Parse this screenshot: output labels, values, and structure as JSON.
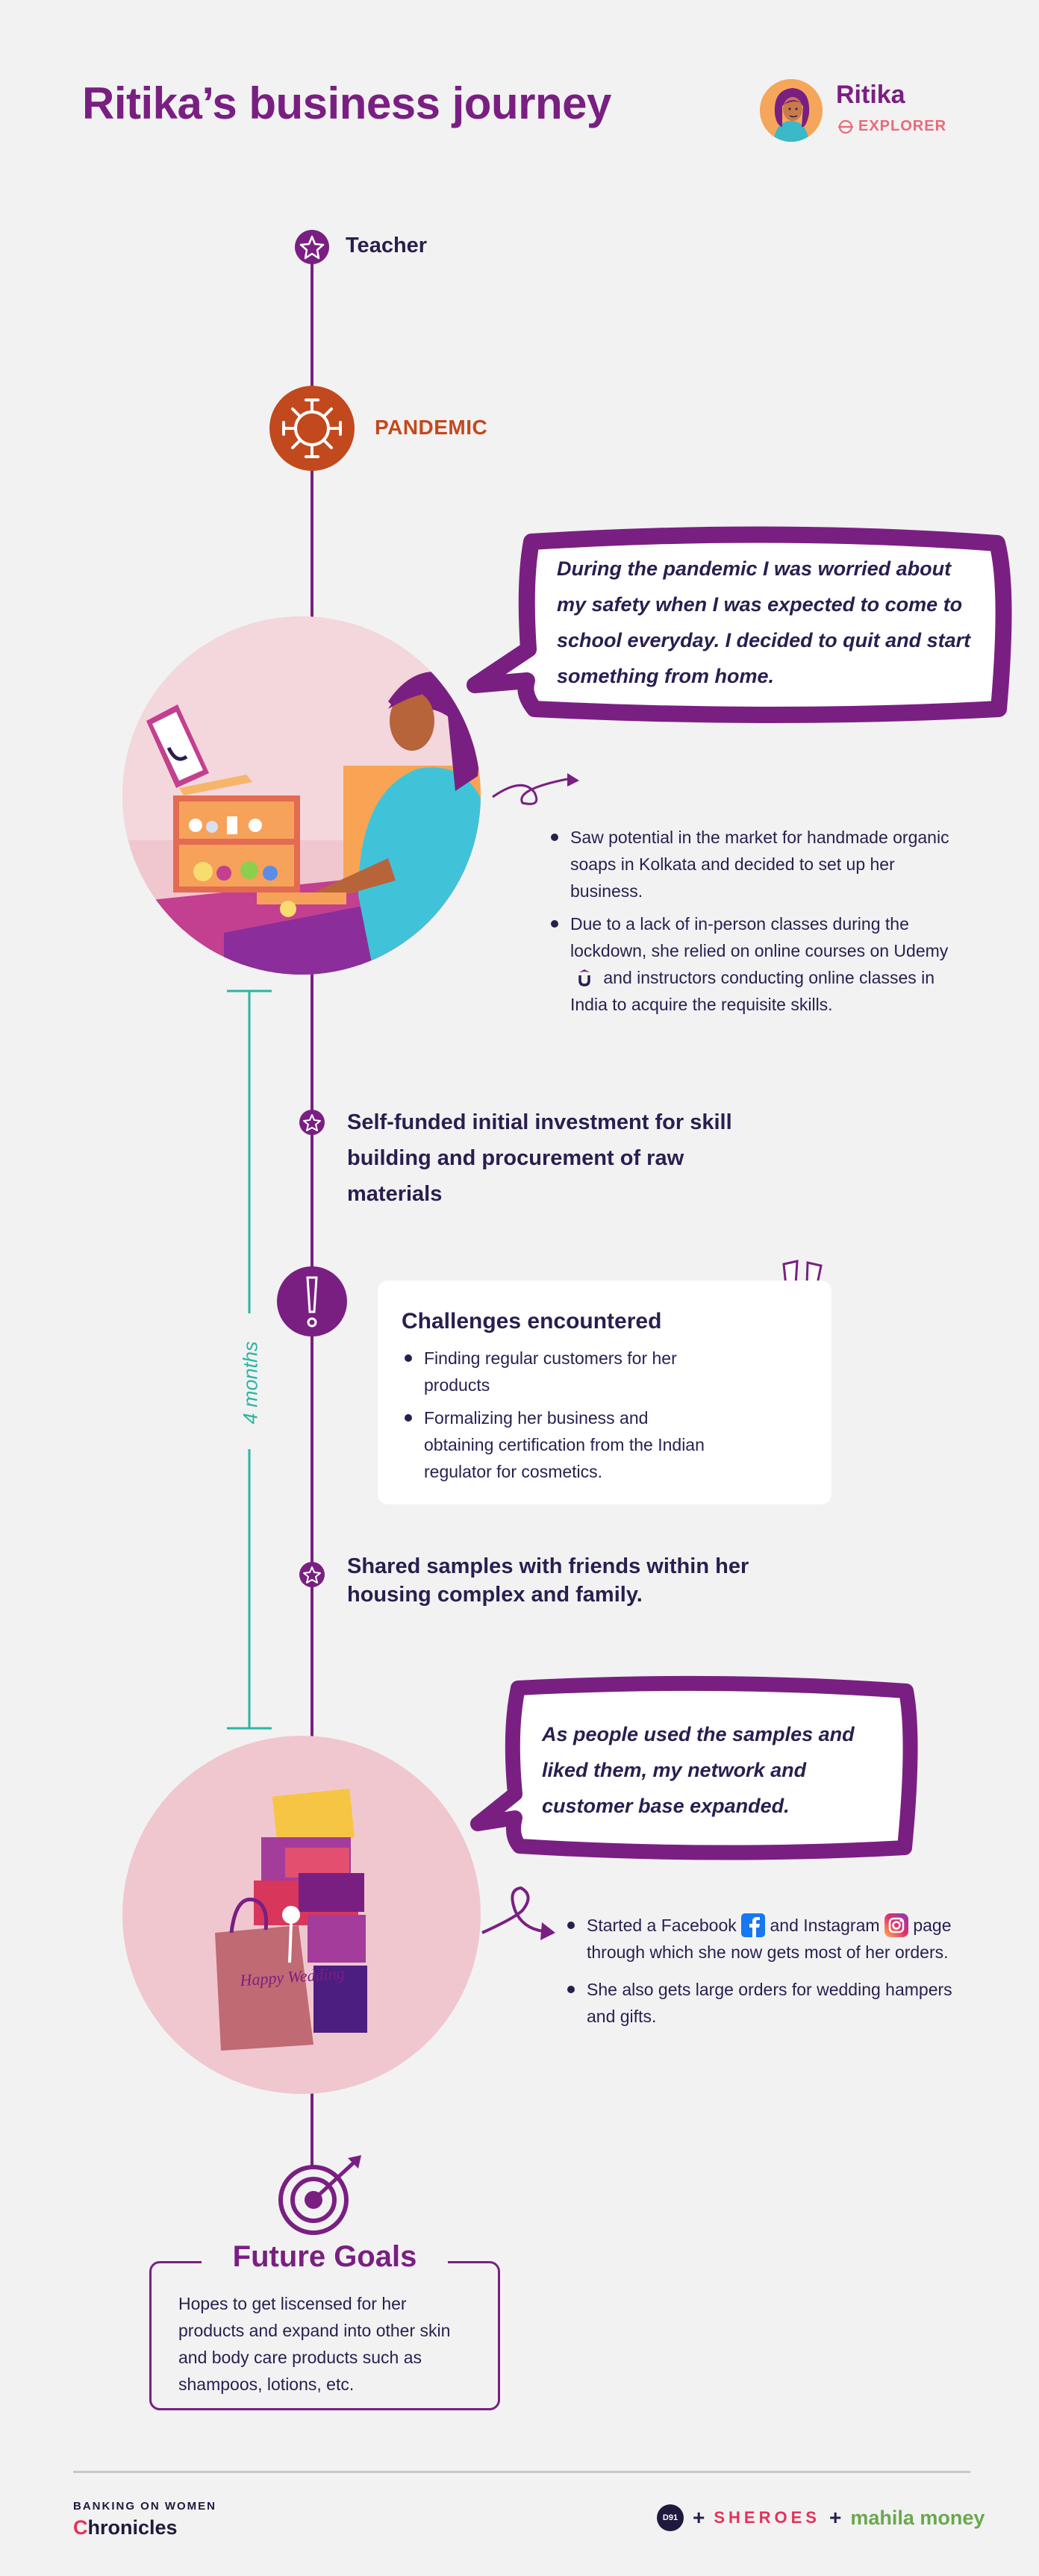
{
  "header": {
    "title": "Ritika’s business journey",
    "profile_name": "Ritika",
    "profile_role": "EXPLORER"
  },
  "timeline": {
    "start_label": "Teacher",
    "pandemic_label": "PANDEMIC",
    "quote_1": "During the pandemic I was worried about my safety when I was expected to come to school everyday. I decided to quit and start something from home.",
    "setup_bullets": [
      "Saw potential in the market for handmade organic soaps in Kolkata and decided to set up her business.",
      "Due to a lack of in-person classes during the lockdown, she relied on online courses on Udemy",
      "and instructors conducting online classes in India to acquire the requisite skills."
    ],
    "step_funding": "Self-funded initial investment for skill building and procurement of raw materials",
    "duration_label": "4 months",
    "challenges": {
      "title": "Challenges encountered",
      "items": [
        "Finding regular customers for her products",
        "Formalizing her business and obtaining certification from the Indian regulator for cosmetics."
      ]
    },
    "step_samples": "Shared samples with friends within her housing complex and family.",
    "quote_2": "As people used the samples and liked them, my network and customer base expanded.",
    "growth_bullet_1a": "Started a Facebook",
    "growth_bullet_1b": "and Instagram",
    "growth_bullet_1c": "page through which she now gets most of her orders.",
    "growth_bullet_2": "She also gets large orders for wedding hampers and gifts.",
    "bag_text": "Happy Wedding"
  },
  "goals": {
    "title": "Future Goals",
    "text": "Hopes to get liscensed for her products and expand into other skin and body care products such as shampoos, lotions, etc."
  },
  "footer": {
    "kicker": "BANKING ON WOMEN",
    "brand_first": "C",
    "brand_rest": "hronicles",
    "partner_1": "D91",
    "partner_2": "SHEROES",
    "partner_3": "mahila money"
  },
  "colors": {
    "primary": "#7a1f82",
    "pandemic": "#c2491d",
    "teal": "#2bb5a4",
    "text": "#2a1e4f",
    "accent_pink": "#e86a7c"
  }
}
